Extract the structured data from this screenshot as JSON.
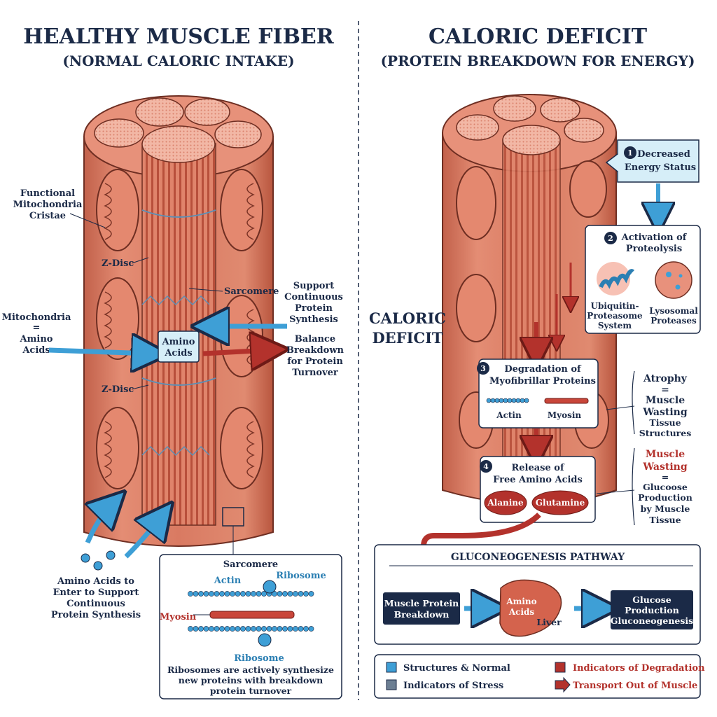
{
  "left": {
    "title": "HEALTHY MUSCLE FIBER",
    "subtitle": "(NORMAL CALORIC INTAKE)",
    "labels": {
      "functional_mito": [
        "Functional",
        "Mitochondria",
        "Cristae"
      ],
      "z_disc_top": "Z-Disc",
      "z_disc_bottom": "Z-Disc",
      "sarcomere": "Sarcomere",
      "mito_eq": [
        "Mitochondria",
        "=",
        "Amino",
        "Acids"
      ],
      "amino_box": [
        "Amino",
        "Acids"
      ],
      "support": [
        "Support",
        "Continuous",
        "Protein",
        "Synthesis"
      ],
      "balance": [
        "Balance",
        "Breakdown",
        "for Protein",
        "Turnover"
      ],
      "amino_enter": [
        "Amino Acids to",
        "Enter to Support",
        "Continuous",
        "Protein Synthesis"
      ]
    },
    "inset": {
      "title": "Sarcomere",
      "actin": "Actin",
      "ribosome_top": "Ribosome",
      "myosin": "Myosin",
      "ribosome_bottom": "Ribosome",
      "caption": [
        "Ribosomes are actively synthesize",
        "new proteins with breakdown",
        "protein turnover"
      ]
    }
  },
  "right": {
    "title": "CALORIC DEFICIT",
    "subtitle": "(PROTEIN BREAKDOWN FOR ENERGY)",
    "side_label": [
      "CALORIC",
      "DEFICIT"
    ],
    "steps": [
      {
        "num": "1",
        "lines": [
          "Decreased",
          "Energy Status"
        ]
      },
      {
        "num": "2",
        "lines": [
          "Activation of",
          "Proteolysis"
        ]
      },
      {
        "num": "3",
        "lines": [
          "Degradation of",
          "Myofibrillar Proteins"
        ]
      },
      {
        "num": "4",
        "lines": [
          "Release of",
          "Free Amino Acids"
        ]
      }
    ],
    "ubiquitin": [
      "Ubiquitin-",
      "Proteasome",
      "System"
    ],
    "lysosomal": [
      "Lysosomal",
      "Proteases"
    ],
    "actin": "Actin",
    "myosin": "Myosin",
    "alanine": "Alanine",
    "glutamine": "Glutamine",
    "atrophy": [
      "Atrophy",
      "=",
      "Muscle",
      "Wasting",
      "Tissue",
      "Structures"
    ],
    "muscle_wasting": [
      "Muscle",
      "Wasting"
    ],
    "glucose_prod": [
      "=",
      "Glucoose",
      "Production",
      "by Muscle",
      "Tissue"
    ],
    "pathway": {
      "title": "GLUCONEOGENESIS PATHWAY",
      "mpb": [
        "Muscle Protein",
        "Breakdown"
      ],
      "amino": [
        "Amino",
        "Acids"
      ],
      "liver": "Liver",
      "glucose": [
        "Glucose",
        "Production",
        "(Gluconeogenesis)"
      ]
    },
    "legend": {
      "structures": "Structures & Normal",
      "stress": "Indicators of Stress",
      "degradation": "Indicators of Degradation",
      "transport": "Transport Out of Muscle"
    }
  },
  "colors": {
    "muscle": "#d9755e",
    "muscle_dark": "#b3503c",
    "navy": "#1b2a47",
    "blue_arrow": "#3e9fd6",
    "red_arrow": "#b3322c",
    "pale_blue_box": "#d6eef8"
  }
}
